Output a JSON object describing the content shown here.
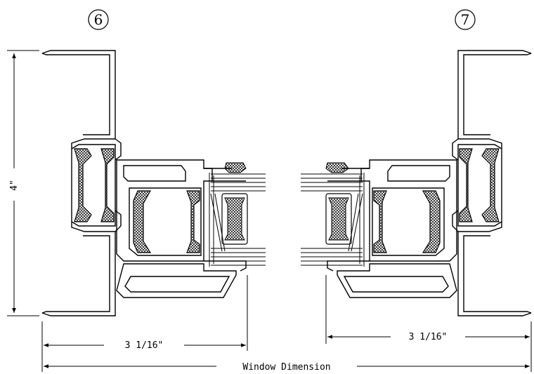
{
  "callouts": {
    "left": "6",
    "right": "7"
  },
  "dimensions": {
    "height_label": "4\"",
    "left_width_label": "3 1/16\"",
    "right_width_label": "3 1/16\"",
    "overall_label": "Window Dimension"
  }
}
